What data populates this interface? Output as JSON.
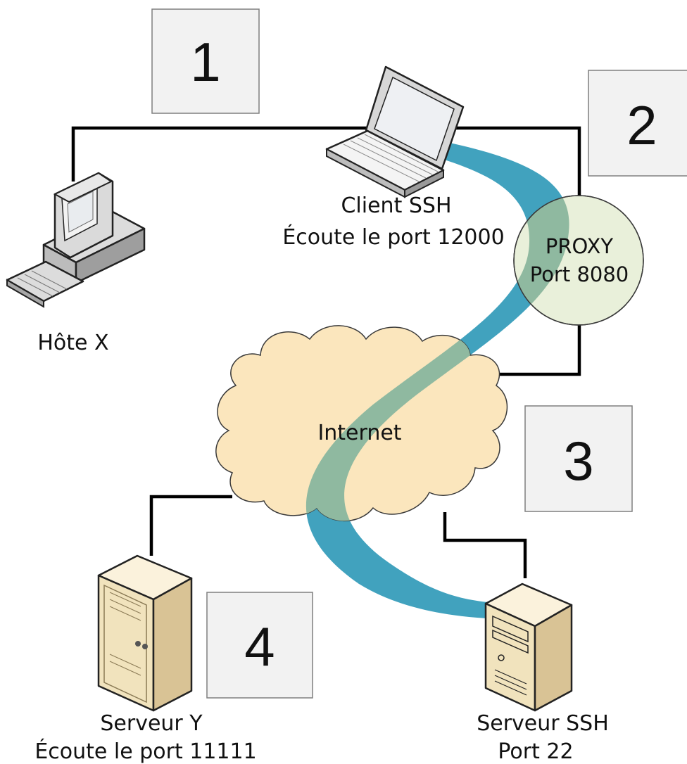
{
  "steps": [
    "1",
    "2",
    "3",
    "4"
  ],
  "nodes": {
    "host_x": {
      "label": "Hôte X"
    },
    "client_ssh": {
      "label_line1": "Client SSH",
      "label_line2": "Écoute le port 12000"
    },
    "proxy": {
      "label_line1": "PROXY",
      "label_line2": "Port 8080"
    },
    "internet": {
      "label": "Internet"
    },
    "server_y": {
      "label_line1": "Serveur Y",
      "label_line2": "Écoute le port 11111"
    },
    "server_ssh": {
      "label_line1": "Serveur SSH",
      "label_line2": "Port 22"
    }
  },
  "colors": {
    "tunnel": "#41a2be",
    "tunnel_overlap": "#8fb9a0",
    "cloud_fill": "#fbe6bd",
    "proxy_fill": "#e9f0da",
    "step_box_fill": "#f2f2f2",
    "wire": "#000000"
  }
}
